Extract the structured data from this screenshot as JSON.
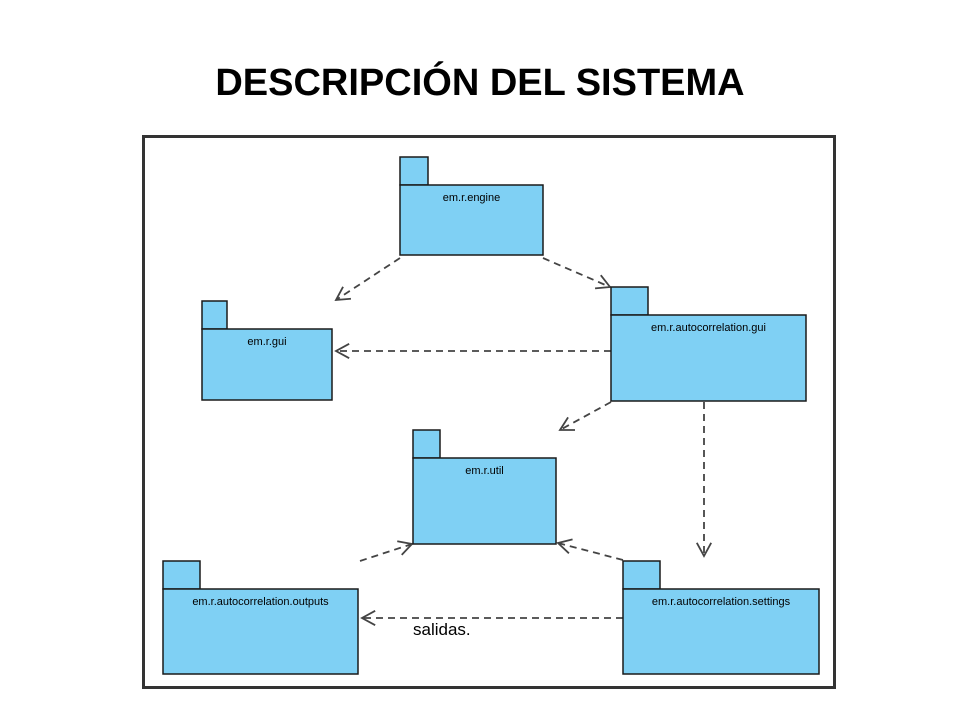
{
  "title": "DESCRIPCIÓN DEL SISTEMA",
  "diagram": {
    "packages": [
      {
        "id": "engine",
        "label": "em.r.engine"
      },
      {
        "id": "gui",
        "label": "em.r.gui"
      },
      {
        "id": "autocorrelation_gui",
        "label": "em.r.autocorrelation.gui"
      },
      {
        "id": "util",
        "label": "em.r.util"
      },
      {
        "id": "outputs",
        "label": "em.r.autocorrelation.outputs"
      },
      {
        "id": "settings",
        "label": "em.r.autocorrelation.settings"
      }
    ],
    "dependencies": [
      {
        "from": "engine",
        "to": "gui"
      },
      {
        "from": "engine",
        "to": "autocorrelation_gui"
      },
      {
        "from": "autocorrelation_gui",
        "to": "gui"
      },
      {
        "from": "autocorrelation_gui",
        "to": "util"
      },
      {
        "from": "autocorrelation_gui",
        "to": "settings"
      },
      {
        "from": "outputs",
        "to": "util"
      },
      {
        "from": "settings",
        "to": "util"
      },
      {
        "from": "settings",
        "to": "outputs"
      }
    ],
    "note": "salidas.",
    "colors": {
      "package_fill": "#7fd0f4",
      "outline": "#1a1a1a",
      "dependency": "#444444"
    }
  }
}
